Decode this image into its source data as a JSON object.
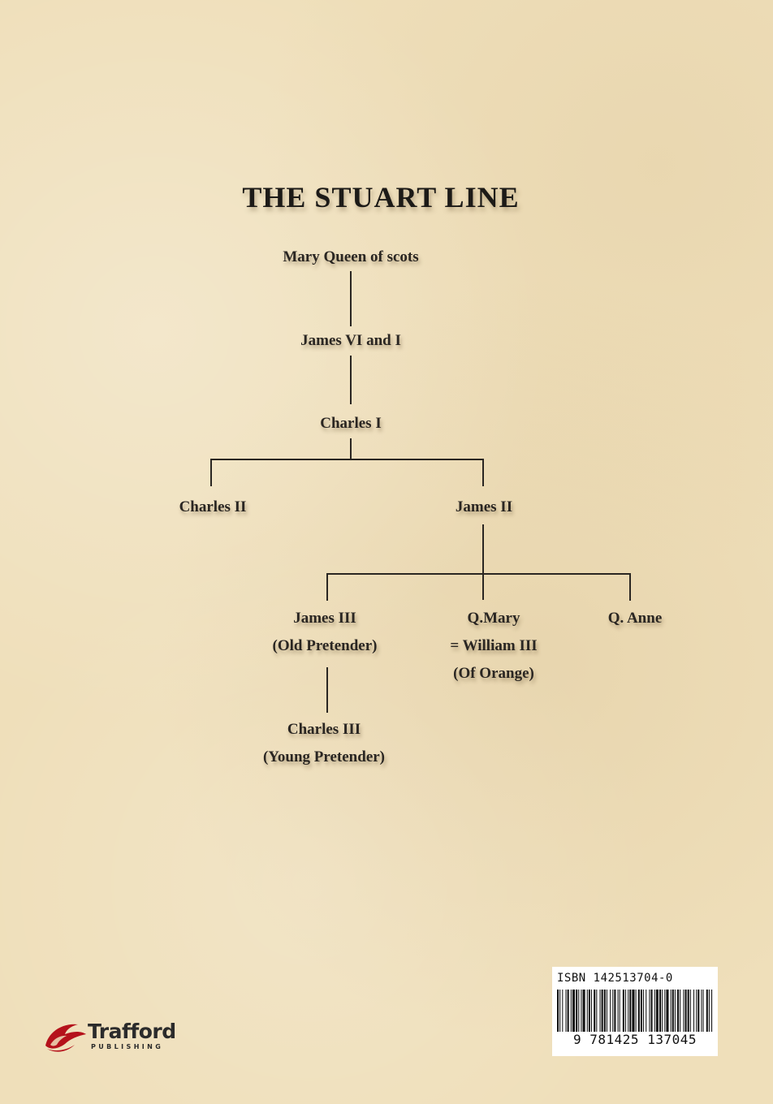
{
  "title": "THE STUART LINE",
  "tree": {
    "mary": [
      "Mary Queen of scots"
    ],
    "james6": [
      "James VI and I"
    ],
    "charles1": [
      "Charles I"
    ],
    "charles2": [
      "Charles II"
    ],
    "james2": [
      "James II"
    ],
    "james3": [
      "James III",
      "(Old Pretender)"
    ],
    "qmary": [
      "Q.Mary",
      "= William III",
      "(Of Orange)"
    ],
    "qanne": [
      "Q. Anne"
    ],
    "charles3": [
      "Charles III",
      "(Young Pretender)"
    ]
  },
  "barcode": {
    "isbn_label": "ISBN 142513704-0",
    "ean_digits": "9 781425 137045"
  },
  "publisher": {
    "name": "Trafford",
    "tagline": "PUBLISHING",
    "logo_color": "#b5121b"
  }
}
